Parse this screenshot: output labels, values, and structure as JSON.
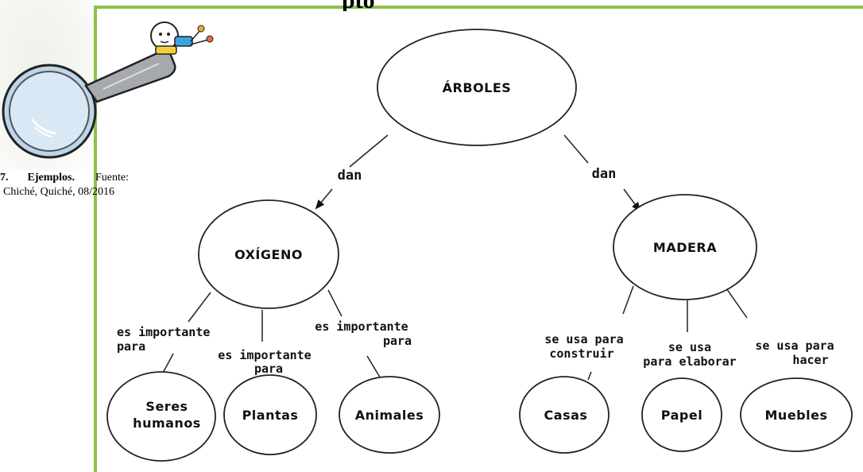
{
  "title": "pto",
  "caption": {
    "number": "7.",
    "label": "Ejemplos.",
    "source_word": "Fuente:",
    "location": "Chiché, Quiché, 08/2016"
  },
  "illustration": {
    "icon": "magnifying-glass-with-child-icon"
  },
  "diagram": {
    "root": {
      "label": "ÁRBOLES"
    },
    "edge_left": "dan",
    "edge_right": "dan",
    "oxigeno": {
      "label": "OXÍGENO"
    },
    "madera": {
      "label": "MADERA"
    },
    "edges": {
      "seres_l1": "es importante",
      "seres_l2": "para",
      "plantas_l1": "es importante",
      "plantas_l2": "para",
      "animales_l1": "es importante",
      "animales_l2": "para",
      "casas_l1": "se usa para",
      "casas_l2": "construir",
      "papel_l1": "se usa",
      "papel_l2": "para elaborar",
      "muebles_l1": "se usa para",
      "muebles_l2": "hacer"
    },
    "leaves": {
      "seres_l1": "Seres",
      "seres_l2": "humanos",
      "plantas": "Plantas",
      "animales": "Animales",
      "casas": "Casas",
      "papel": "Papel",
      "muebles": "Muebles"
    }
  }
}
